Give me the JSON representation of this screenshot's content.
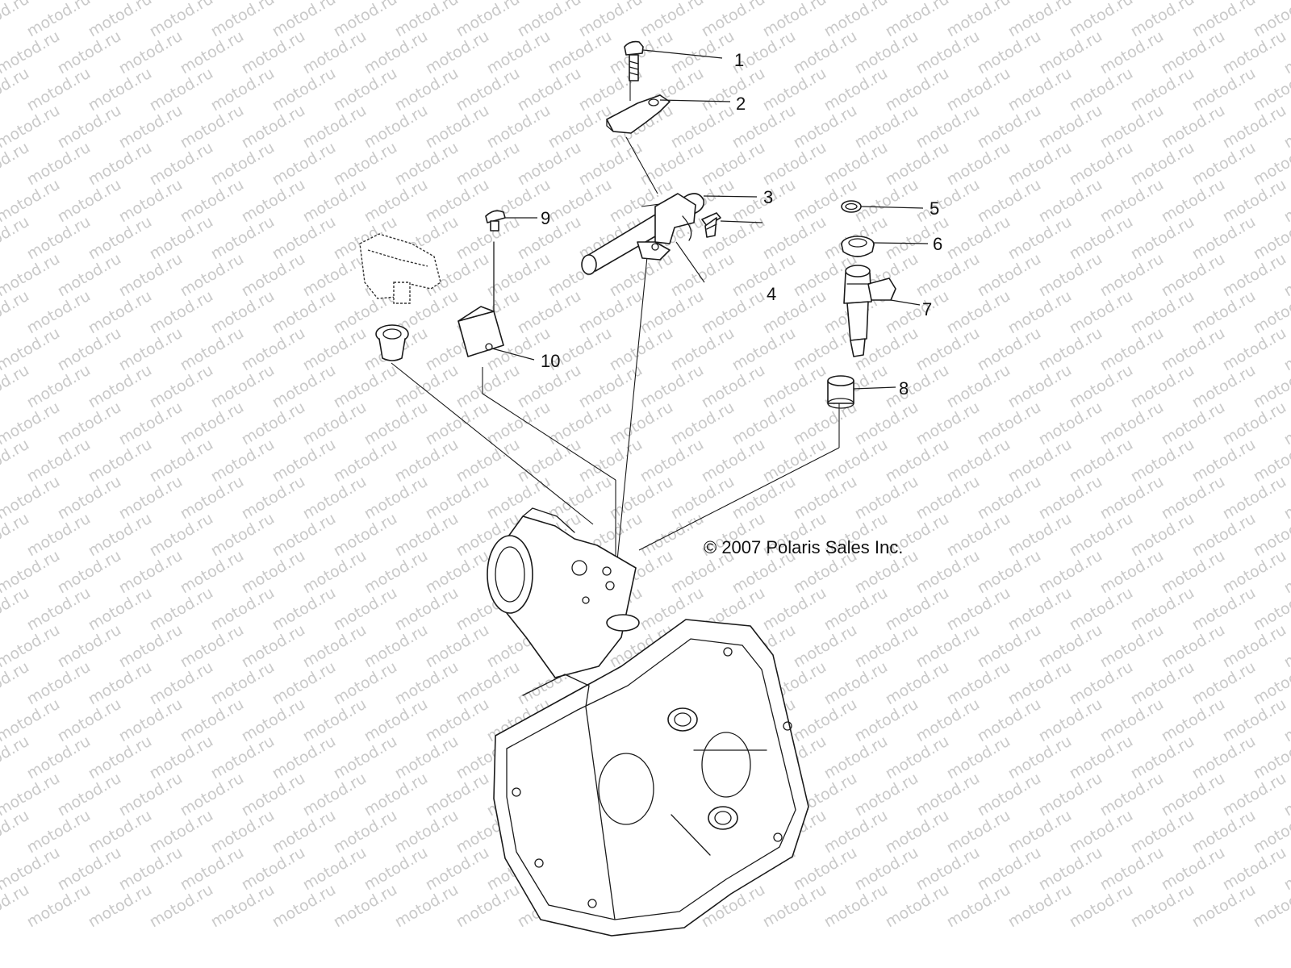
{
  "watermark_text": "motod.ru",
  "copyright": "© 2007 Polaris Sales Inc.",
  "callouts": [
    {
      "number": "1"
    },
    {
      "number": "2"
    },
    {
      "number": "3"
    },
    {
      "number": "4"
    },
    {
      "number": "5"
    },
    {
      "number": "6"
    },
    {
      "number": "7"
    },
    {
      "number": "8"
    },
    {
      "number": "9"
    },
    {
      "number": "10"
    }
  ],
  "colors": {
    "line": "#1a1a1a",
    "watermark": "#c9c9c9",
    "background": "#ffffff"
  }
}
